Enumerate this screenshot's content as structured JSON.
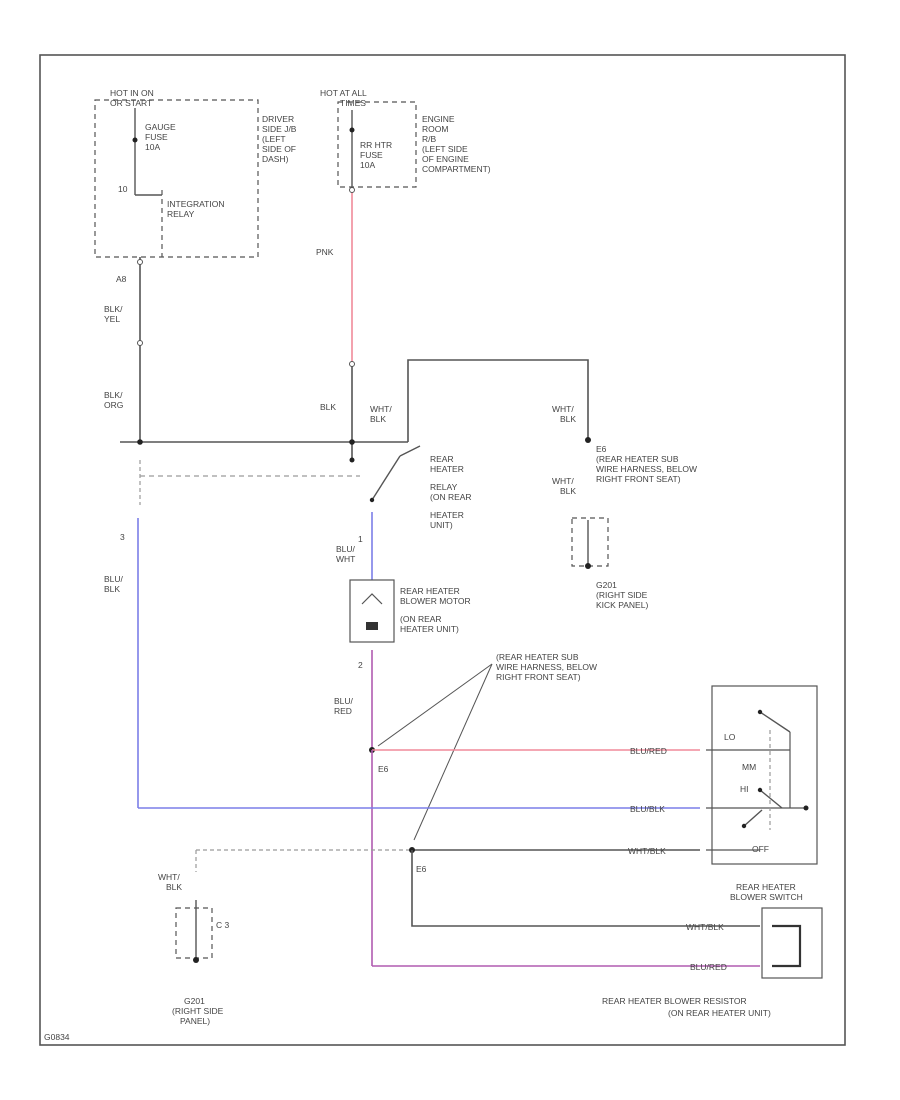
{
  "colors": {
    "black_wire": "#555555",
    "pink_wire": "#f08a9a",
    "blue_wire": "#7b7fe8",
    "violet_wire": "#b05bb0",
    "dashed_wire": "#9a9a9a"
  },
  "labels": {
    "hot_run_1": "HOT IN ON",
    "hot_run_2": "OR START",
    "gauge_1": "GAUGE",
    "gauge_2": "FUSE",
    "gauge_3": "10A",
    "jb_1": "DRIVER",
    "jb_2": "SIDE J/B",
    "jb_3": "(LEFT",
    "jb_4": "SIDE OF",
    "jb_5": "DASH)",
    "pin_int": "10",
    "relay_1": "INTEGRATION",
    "relay_2": "RELAY",
    "pin_a8": "A8",
    "blk_yel_1": "BLK/",
    "blk_yel_2": "YEL",
    "blk_org_1": "BLK/",
    "blk_org_2": "ORG",
    "hot_all_1": "HOT AT ALL",
    "hot_all_2": "TIMES",
    "rr_htr_1": "RR HTR",
    "rr_htr_2": "FUSE",
    "rr_htr_3": "10A",
    "eng_1": "ENGINE",
    "eng_2": "ROOM",
    "eng_3": "R/B",
    "eng_4": "(LEFT SIDE",
    "eng_5": "OF ENGINE",
    "eng_6": "COMPARTMENT)",
    "pnk": "PNK",
    "blk": "BLK",
    "wht_blk_1": "WHT/",
    "wht_blk_2": "BLK",
    "relay_r1": "REAR",
    "relay_r2": "HEATER",
    "relay_r3": "RELAY",
    "relay_r4": "(ON REAR",
    "relay_r5": "HEATER",
    "relay_r6": "UNIT)",
    "wht_blk_r1": "WHT/",
    "wht_blk_r2": "BLK",
    "splice_e6": "E6",
    "sub_1": "(REAR HEATER SUB",
    "sub_2": "WIRE HARNESS, BELOW",
    "sub_3": "RIGHT FRONT SEAT)",
    "wht_blk_r3": "WHT/",
    "wht_blk_r4": "BLK",
    "g201_r1": "G201",
    "g201_r2": "(RIGHT SIDE",
    "g201_r3": "KICK PANEL)",
    "pin_3": "3",
    "blu_blk_1": "BLU/",
    "blu_blk_2": "BLK",
    "pin_1": "1",
    "blu_wht_1": "BLU/",
    "blu_wht_2": "WHT",
    "motor_1": "REAR HEATER",
    "motor_2": "BLOWER MOTOR",
    "motor_3": "(ON REAR",
    "motor_4": "HEATER UNIT)",
    "pin_2": "2",
    "blu_red_1": "BLU/",
    "blu_red_2": "RED",
    "sub2_1": "(REAR HEATER SUB",
    "sub2_2": "WIRE HARNESS, BELOW",
    "sub2_3": "RIGHT FRONT SEAT)",
    "splice_e6b": "E6",
    "splice_e6c": "E6",
    "blu_red_w": "BLU/RED",
    "blu_blk_w": "BLU/BLK",
    "wht_blk_w": "WHT/BLK",
    "wht_blk_w2": "WHT/BLK",
    "blu_red_w2": "BLU/RED",
    "sw_lo": "LO",
    "sw_mm": "MM",
    "sw_hi": "HI",
    "sw_off": "OFF",
    "sw_name_1": "REAR HEATER",
    "sw_name_2": "BLOWER SWITCH",
    "res_1": "REAR HEATER BLOWER RESISTOR",
    "res_2": "(ON REAR HEATER UNIT)",
    "wht_blk_g1": "WHT/",
    "wht_blk_g2": "BLK",
    "pin_c3": "C 3",
    "g201_l1": "G201",
    "g201_l2": "(RIGHT SIDE",
    "g201_l3": "PANEL)",
    "corner": "G0834"
  }
}
